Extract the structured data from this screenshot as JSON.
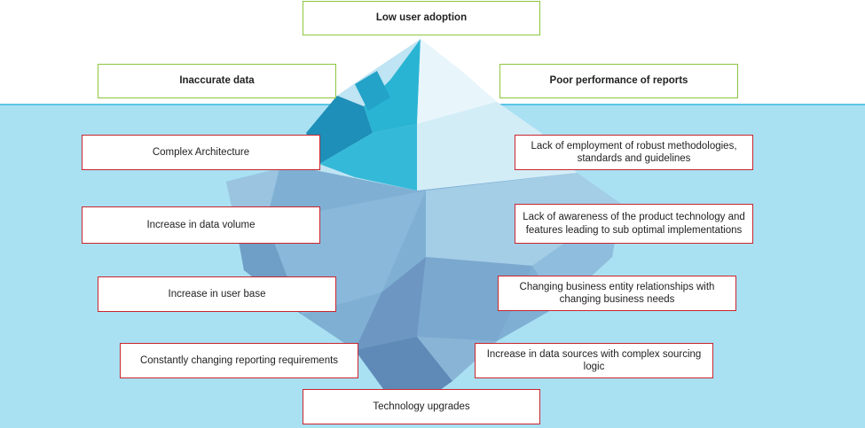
{
  "colors": {
    "above_issue_border": "#8dc63f",
    "below_issue_border": "#c9252c",
    "water": "#a9e1f3",
    "ice_top": "#2ab4d4"
  },
  "above_water": [
    "Low user adoption",
    "Inaccurate data",
    "Poor performance of reports"
  ],
  "below_water": [
    "Complex Architecture",
    "Lack of employment of robust methodologies, standards and guidelines",
    "Increase in data volume",
    "Lack of awareness of the product technology and features leading to sub optimal implementations",
    "Increase in user base",
    "Changing business entity relationships with changing business needs",
    "Constantly changing reporting requirements",
    "Increase in data sources with complex sourcing logic",
    "Technology upgrades"
  ]
}
